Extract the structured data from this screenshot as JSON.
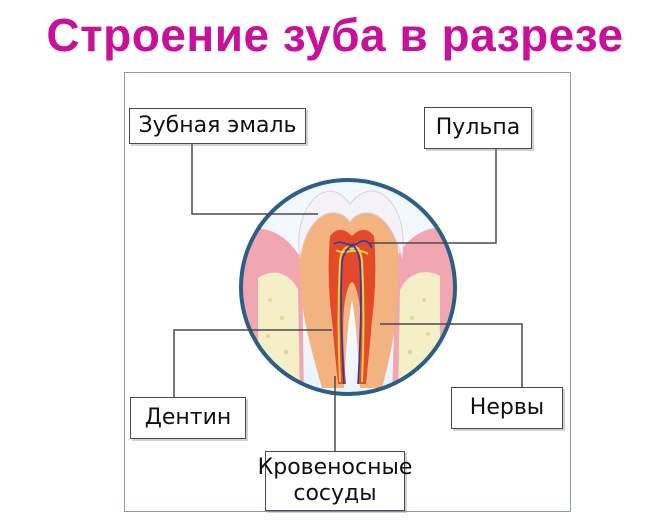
{
  "title": {
    "text": "Строение зуба в разрезе",
    "color": "#c8109b"
  },
  "labels": {
    "enamel": "Зубная эмаль",
    "pulp": "Пульпа",
    "dentin": "Дентин",
    "nerves": "Нервы",
    "vessels_line1": "Кровеносные",
    "vessels_line2": "сосуды"
  },
  "colors": {
    "frame": "#8a97b8",
    "circle_ring": "#2d5f86",
    "enamel": "#f4f2f6",
    "dentin": "#f2b380",
    "pulp": "#e44a2a",
    "gum": "#f0a7b2",
    "bone": "#f5efc8",
    "nerve": "#f2d23a",
    "vessel": "#2b3bb5"
  }
}
